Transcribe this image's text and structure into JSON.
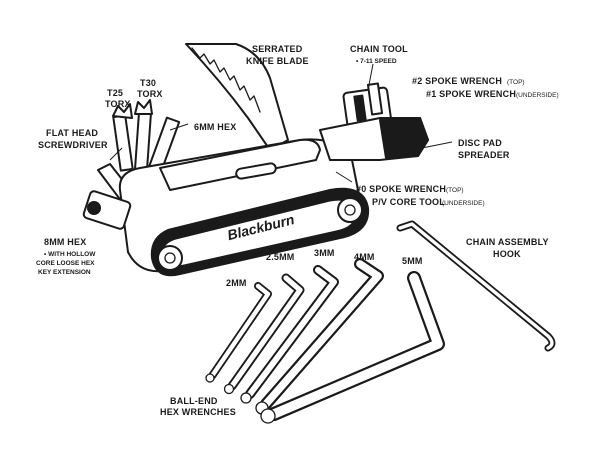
{
  "brand": "Blackburn",
  "labels": {
    "serrated_knife_blade": [
      "SERRATED",
      "KNIFE BLADE"
    ],
    "chain_tool": "CHAIN TOOL",
    "chain_tool_sub": "• 7-11 SPEED",
    "spoke_wrench_2": "#2 SPOKE WRENCH",
    "spoke_wrench_2_sub": "(TOP)",
    "spoke_wrench_1": "#1 SPOKE WRENCH",
    "spoke_wrench_1_sub": "(UNDERSIDE)",
    "disc_pad_spreader": [
      "DISC PAD",
      "SPREADER"
    ],
    "spoke_wrench_0": "#0 SPOKE WRENCH",
    "spoke_wrench_0_sub": "(TOP)",
    "pv_core_tool": "P/V CORE TOOL",
    "pv_core_tool_sub": "(UNDERSIDE)",
    "six_mm_hex": "6MM HEX",
    "t25_torx": [
      "T25",
      "TORX"
    ],
    "t30_torx": [
      "T30",
      "TORX"
    ],
    "flat_head_screwdriver": [
      "FLAT HEAD",
      "SCREWDRIVER"
    ],
    "eight_mm_hex": "8MM HEX",
    "eight_mm_hex_note": [
      "• WITH HOLLOW",
      "CORE LOOSE HEX",
      "KEY EXTENSION"
    ],
    "chain_assembly_hook": [
      "CHAIN ASSEMBLY",
      "HOOK"
    ],
    "ball_end_hex_wrenches": [
      "BALL-END",
      "HEX WRENCHES"
    ],
    "wrench_sizes": [
      "2MM",
      "2.5MM",
      "3MM",
      "4MM",
      "5MM"
    ]
  }
}
